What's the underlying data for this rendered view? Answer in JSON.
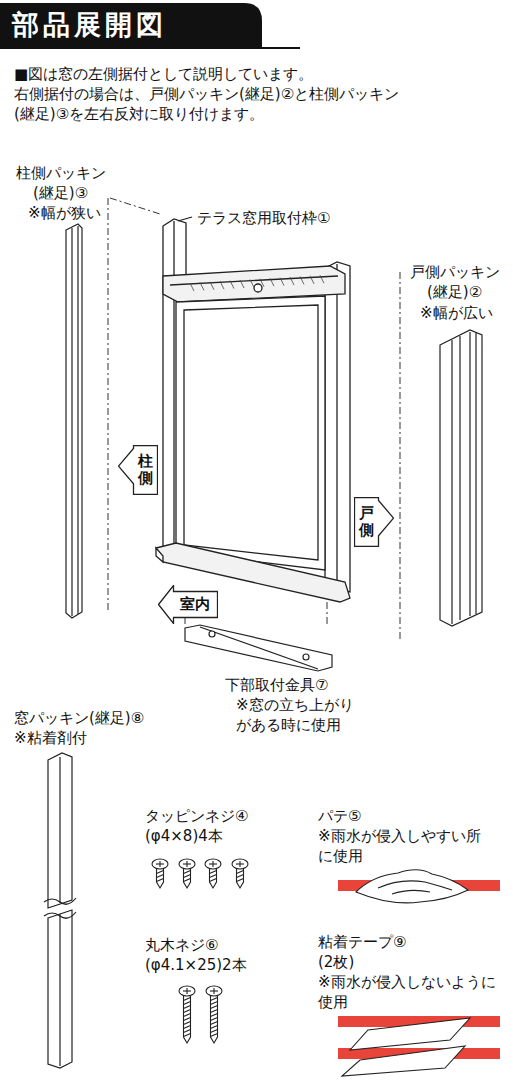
{
  "diagram": {
    "title": "部品展開図",
    "nodes": [
      {
        "text": [
          "柱側"
        ]
      },
      {
        "text": [
          "戸側"
        ]
      },
      {
        "text": [
          "室内"
        ]
      }
    ],
    "labels": [
      "■図は窓の左側据付として説明しています。 右側据付の場合は、戸側パッキン(継足)②と柱側パッキン (継足)③を左右反対に取り付けます。",
      "柱側パッキン (継足)③",
      "※幅が狭い",
      "テラス窓用取付枠①",
      "戸側パッキン (継足)②",
      "※幅が広い",
      "下部取付金具⑦",
      "※窓の立ち上がり がある時に使用",
      "窓パッキン(継足)⑧",
      "※粘着剤付",
      "タッピンネジ④ (φ4×8)4本",
      "パテ⑤",
      "※雨水が侵入しやすい所 に使用",
      "丸木ネジ⑥ (φ4.1×25)2本",
      "粘着テープ⑨ (2枚)",
      "※雨水が侵入しないように 使用"
    ]
  }
}
